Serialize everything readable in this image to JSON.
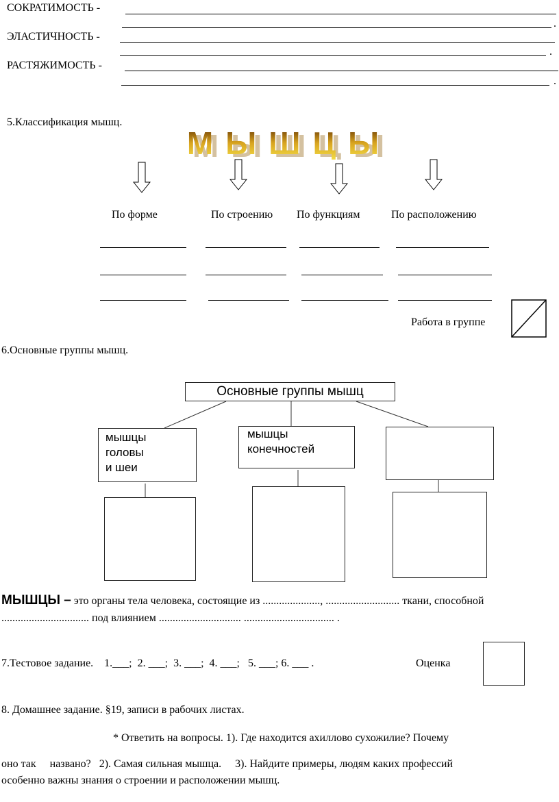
{
  "definitions": [
    {
      "term": "СОКРАТИМОСТЬ -",
      "end": "."
    },
    {
      "term": "ЭЛАСТИЧНОСТЬ -",
      "end": "."
    },
    {
      "term": "РАСТЯЖИМОСТЬ -",
      "end": "."
    }
  ],
  "section5": {
    "heading": "5.Классификация мышц.",
    "wordart": "МЫШЦЫ",
    "categories": [
      "По форме",
      "По строению",
      "По функциям",
      "По расположению"
    ],
    "group_work": "Работа в группе"
  },
  "section6": {
    "heading": "6.Основные группы мышц.",
    "diagram": {
      "root": "Основные группы мышц",
      "children": [
        [
          "мышцы",
          "головы",
          "и шеи"
        ],
        [
          "мышцы",
          "конечностей"
        ],
        []
      ]
    }
  },
  "definition_paragraph": {
    "term": "МЫШЦЫ –",
    "line1": " это органы тела человека, состоящие из ....................., ........................... ткани, способной",
    "line2": "................................ под влиянием ..............................    .................................  ."
  },
  "section7": {
    "text": "7.Тестовое задание.    1.___;  2. ___;  3. ___;  4. ___;   5. ___; 6. ___ .",
    "grade": "Оценка"
  },
  "section8": {
    "heading": "8. Домашнее задание.  §19, записи в рабочих листах.",
    "line1": "* Ответить на вопросы.  1). Где находится ахиллово сухожилие? Почему",
    "line2": "оно так     названо?   2). Самая сильная мышца.     3). Найдите примеры, людям каких профессий",
    "line3": "особенно важны знания о строении и расположении мышц."
  }
}
